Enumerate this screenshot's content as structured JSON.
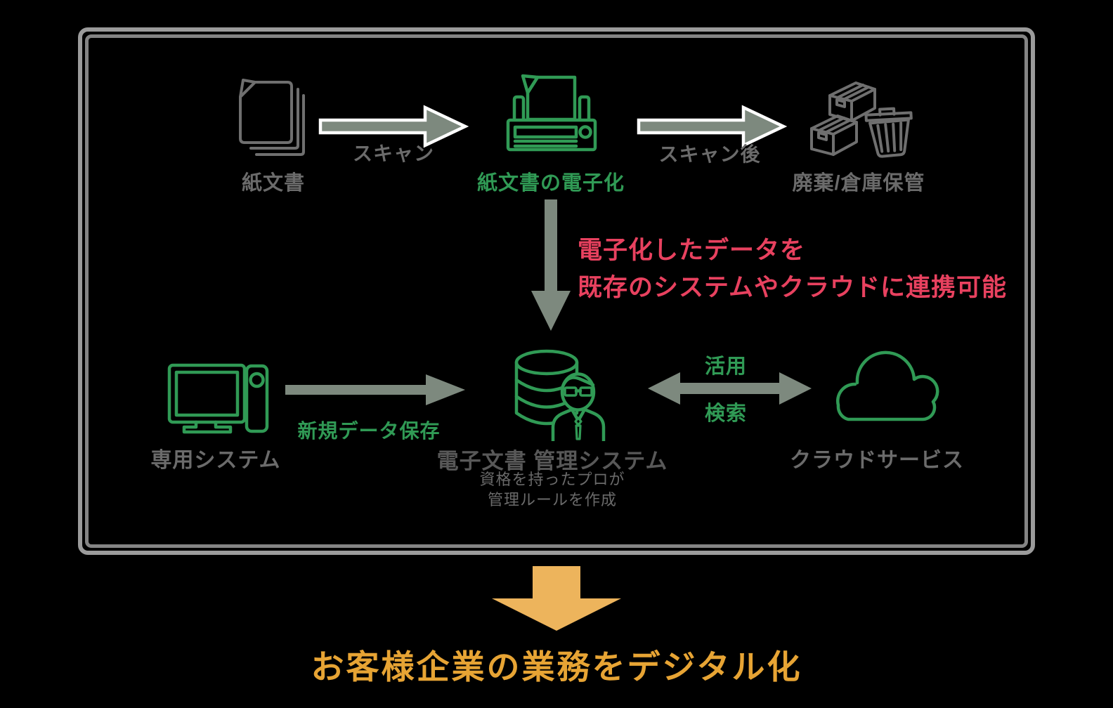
{
  "colors": {
    "green": "#309a55",
    "label_gray": "#6b6b6b",
    "title_dark_gray": "#585858",
    "arrow_sage": "#7d897e",
    "arrow_outline_white": "#ffffff",
    "note_red": "#e8415f",
    "footer_arrow_yellow": "#edb45c",
    "footer_text_yellow": "#e7a434",
    "frame_border_outer": "#9b9b9b",
    "frame_border_inner": "#848484",
    "background": "#000000"
  },
  "top_row": {
    "paper_label": "紙文書",
    "scan_arrow_label": "スキャン",
    "scanner_label": "紙文書の電子化",
    "after_scan_arrow_label": "スキャン後",
    "disposal_label": "廃棄/倉庫保管"
  },
  "note": {
    "line1": "電子化したデータを",
    "line2": "既存のシステムやクラウドに連携可能"
  },
  "middle_row": {
    "dedicated_system_label": "専用システム",
    "save_arrow_label": "新規データ保存",
    "dms_label": "電子文書 管理システム",
    "dms_sub_line1": "資格を持ったプロが",
    "dms_sub_line2": "管理ルールを作成",
    "utilize_label": "活用",
    "search_label": "検索",
    "cloud_label": "クラウドサービス"
  },
  "footer": {
    "title": "お客様企業の業務をデジタル化"
  }
}
